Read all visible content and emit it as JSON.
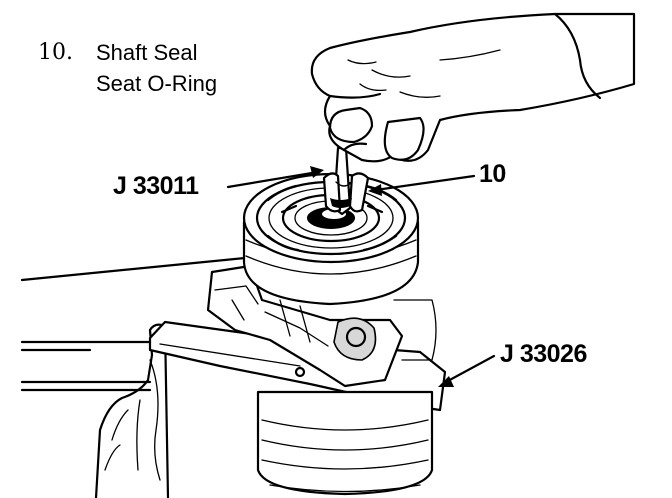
{
  "legend": {
    "number": "10.",
    "line1": "Shaft Seal",
    "line2": "Seat O-Ring"
  },
  "callouts": {
    "tool_remover": "J 33011",
    "part_number": "10",
    "tool_holder": "J 33026"
  },
  "colors": {
    "ink": "#000000",
    "paper": "#ffffff"
  }
}
